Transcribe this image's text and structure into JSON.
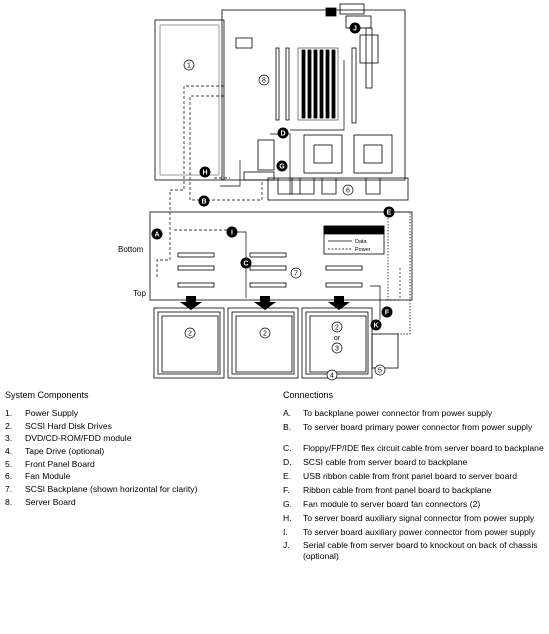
{
  "diagram": {
    "callouts": [
      "1",
      "2",
      "3",
      "4",
      "5",
      "6",
      "7",
      "8"
    ],
    "connection_letters": [
      "A",
      "B",
      "C",
      "D",
      "E",
      "F",
      "G",
      "H",
      "I",
      "J",
      "K"
    ],
    "drive_labels": [
      "2",
      "2",
      "2",
      "or",
      "3"
    ],
    "side_labels": {
      "bottom": "Bottom",
      "top": "Top"
    },
    "key": {
      "data": "Data",
      "power": "Power"
    }
  },
  "components": {
    "heading": "System Components",
    "items": [
      {
        "num": "1.",
        "text": "Power Supply"
      },
      {
        "num": "2.",
        "text": "SCSI Hard Disk Drives"
      },
      {
        "num": "3.",
        "text": "DVD/CD-ROM/FDD module"
      },
      {
        "num": "4.",
        "text": "Tape Drive (optional)"
      },
      {
        "num": "5.",
        "text": "Front Panel Board"
      },
      {
        "num": "6.",
        "text": "Fan Module"
      },
      {
        "num": "7.",
        "text": "SCSI Backplane (shown horizontal for clarity)"
      },
      {
        "num": "8.",
        "text": "Server Board"
      }
    ]
  },
  "connections": {
    "heading": "Connections",
    "items": [
      {
        "letter": "A.",
        "text": "To backplane power connector from power supply"
      },
      {
        "letter": "B.",
        "text": "To server board primary power connector from power supply"
      },
      {
        "letter": "C.",
        "text": "Floppy/FP/IDE flex circuit cable from server board to backplane"
      },
      {
        "letter": "D.",
        "text": "SCSI cable from server board to backplane"
      },
      {
        "letter": "E.",
        "text": "USB ribbon cable from front panel board to server board"
      },
      {
        "letter": "F.",
        "text": "Ribbon cable from front panel board to backplane"
      },
      {
        "letter": "G.",
        "text": "Fan module to server board fan connectors (2)"
      },
      {
        "letter": "H.",
        "text": "To server board auxiliary signal connector from power supply"
      },
      {
        "letter": "I.",
        "text": "To server board auxiliary power connector from power supply"
      },
      {
        "letter": "J.",
        "text": "Serial cable from server board to knockout on back of chassis (optional)"
      }
    ]
  }
}
